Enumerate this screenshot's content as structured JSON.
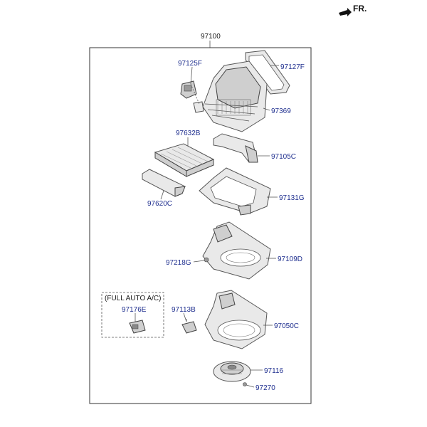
{
  "direction": {
    "label": "FR."
  },
  "assembly": {
    "number": "97100"
  },
  "option_group": {
    "title": "(FULL AUTO A/C)"
  },
  "parts": [
    {
      "id": "97125F"
    },
    {
      "id": "97127F"
    },
    {
      "id": "97369"
    },
    {
      "id": "97632B"
    },
    {
      "id": "97105C"
    },
    {
      "id": "97620C"
    },
    {
      "id": "97131G"
    },
    {
      "id": "97218G"
    },
    {
      "id": "97109D"
    },
    {
      "id": "97176E"
    },
    {
      "id": "97113B"
    },
    {
      "id": "97050C"
    },
    {
      "id": "97116"
    },
    {
      "id": "97270"
    }
  ],
  "colors": {
    "label": "#1f2f8f",
    "line": "#555555"
  }
}
